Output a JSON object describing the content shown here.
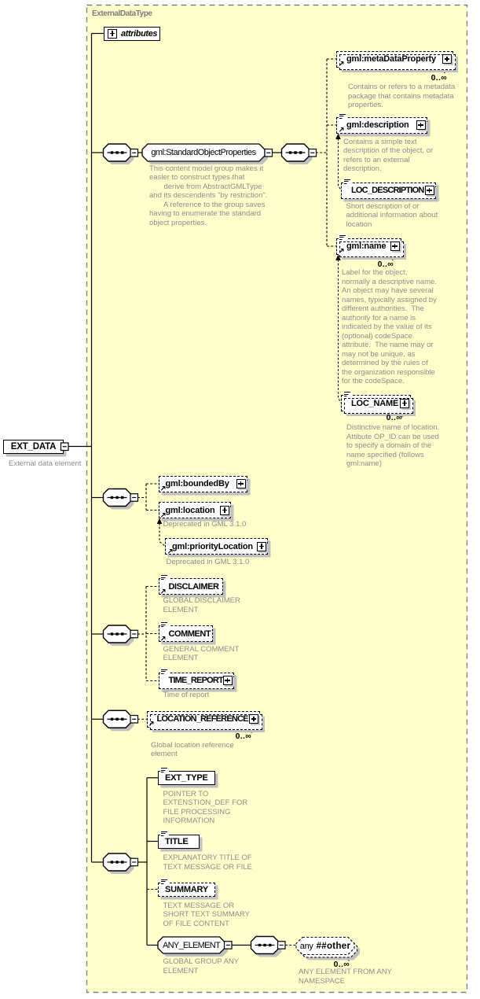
{
  "diagram_title": "ExternalDataType",
  "colors": {
    "container_fill": "#ffffcc",
    "container_border": "#808080",
    "box_border": "#000000",
    "shadow": "#c0c0c0",
    "annotation_text": "#8c8c8c",
    "title_text": "#7c7c7c"
  },
  "root": {
    "label": "EXT_DATA",
    "annotation": [
      "External data element"
    ]
  },
  "attributes": {
    "label": "attributes"
  },
  "groups": {
    "standardObjectProperties": {
      "label": "gml:StandardObjectProperties",
      "annotation": [
        "This content model group makes it",
        "easier to construct types that",
        "       derive from AbstractGMLType",
        "and its descendents \"by restriction\".",
        "       A reference to the group saves",
        "having to enumerate the standard",
        "object properties."
      ]
    },
    "anyElement": {
      "label": "ANY_ELEMENT",
      "annotation": [
        "GLOBAL GROUP ANY",
        "ELEMENT"
      ]
    }
  },
  "elements": {
    "metaDataProperty": {
      "label": "gml:metaDataProperty",
      "occurrence": "0..∞",
      "annotation": [
        "Contains or refers to a metadata",
        "package that contains metadata",
        "properties."
      ]
    },
    "description": {
      "label": "gml:description",
      "annotation": [
        "Contains a simple text",
        "description of the object, or",
        "refers to an external",
        "description."
      ]
    },
    "locDescription": {
      "label": "LOC_DESCRIPTION",
      "annotation": [
        "Short description of or",
        "additional information about",
        "location"
      ]
    },
    "name": {
      "label": "gml:name",
      "occurrence": "0..∞",
      "annotation": [
        "Label for the object,",
        "normally a descriptive name.",
        "An object may have several",
        "names, typically assigned by",
        "different authorities.  The",
        "authority for a name is",
        "indicated by the value of its",
        "(optional) codeSpace",
        "attribute.  The name may or",
        "may not be unique, as",
        "determined by the rules of",
        "the organization responsible",
        "for the codeSpace."
      ]
    },
    "locName": {
      "label": "LOC_NAME",
      "occurrence": "0..∞",
      "annotation": [
        "Distinctive name of location.",
        "Attibute OP_ID can be used",
        "to specify a domain of the",
        "name specified (follows",
        "gml:name)"
      ]
    },
    "boundedBy": {
      "label": "gml:boundedBy"
    },
    "location": {
      "label": "gml:location",
      "annotation": [
        "Deprecated in GML 3.1.0"
      ]
    },
    "priorityLocation": {
      "label": "gml:priorityLocation",
      "annotation": [
        "Deprecated in GML 3.1.0"
      ]
    },
    "disclaimer": {
      "label": "DISCLAIMER",
      "annotation": [
        "GLOBAL DISCLAIMER",
        "ELEMENT"
      ]
    },
    "comment": {
      "label": "COMMENT",
      "annotation": [
        "GENERAL COMMENT",
        "ELEMENT"
      ]
    },
    "timeReport": {
      "label": "TIME_REPORT",
      "annotation": [
        "Time of report"
      ]
    },
    "locationReference": {
      "label": "LOCATION_REFERENCE",
      "occurrence": "0..∞",
      "annotation": [
        "Global location reference",
        "element"
      ]
    },
    "extType": {
      "label": "EXT_TYPE",
      "annotation": [
        "POINTER TO",
        "EXTENSTION_DEF FOR",
        "FILE PROCESSING",
        "INFORMATION"
      ]
    },
    "title": {
      "label": "TITLE",
      "annotation": [
        "EXPLANATORY TITLE OF",
        "TEXT MESSAGE OR FILE"
      ]
    },
    "summary": {
      "label": "SUMMARY",
      "annotation": [
        "TEXT MESSAGE OR",
        "SHORT TEXT SUMMARY",
        "OF FILE CONTENT"
      ]
    }
  },
  "wildcard": {
    "prefix": "any",
    "label": "##other",
    "occurrence": "0..∞",
    "annotation": [
      "ANY ELEMENT FROM ANY",
      "NAMESPACE"
    ]
  }
}
